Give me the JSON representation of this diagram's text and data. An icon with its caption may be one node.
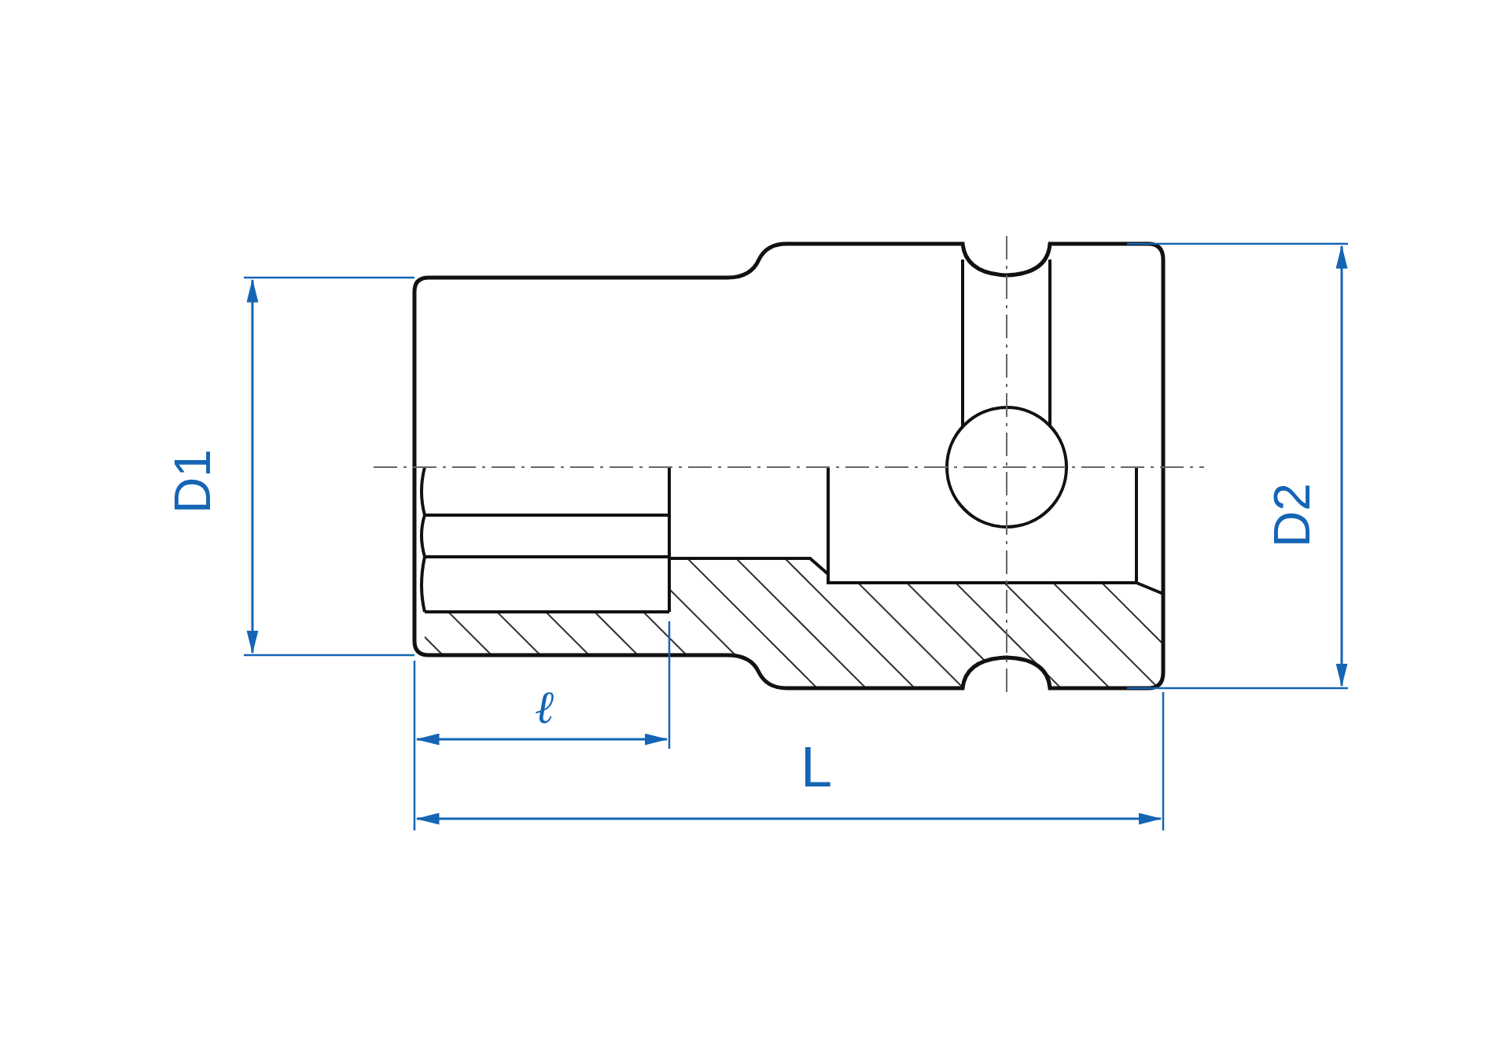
{
  "diagram": {
    "labels": [
      "D1",
      "D2",
      "ℓ",
      "L"
    ]
  }
}
